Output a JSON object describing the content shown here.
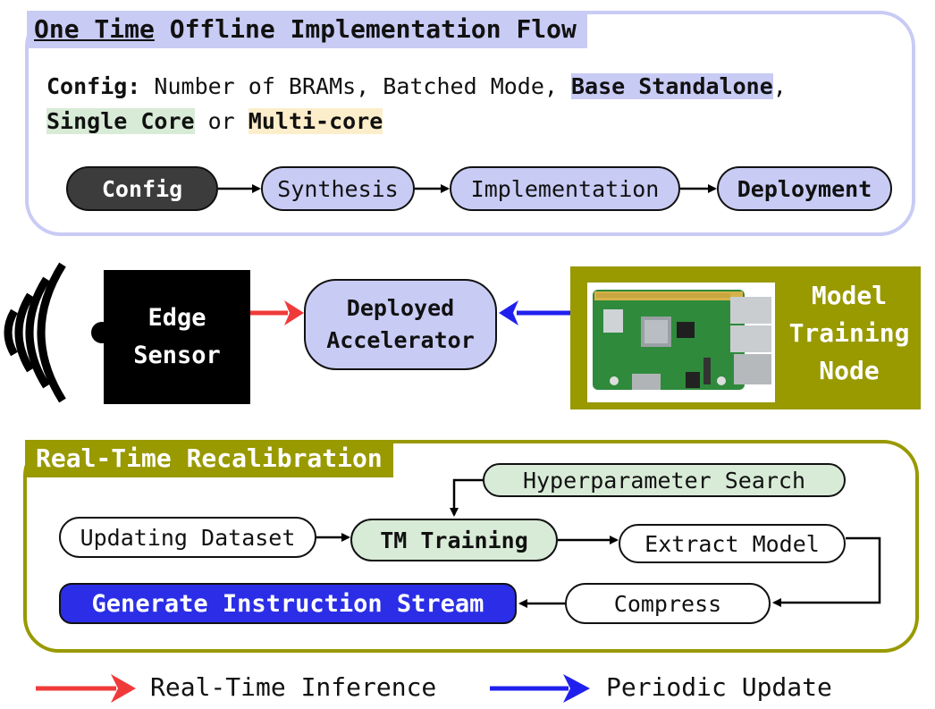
{
  "top": {
    "title_underlined": "One Time",
    "title_rest": " Offline Implementation Flow",
    "config_label": "Config:",
    "config_text1": " Number of BRAMs, Batched Mode, ",
    "opt_base": "Base Standalone",
    "comma": ",",
    "opt_single": "Single Core",
    "or_text": " or ",
    "opt_multi": "Multi-core",
    "flow": [
      "Config",
      "Synthesis",
      "Implementation",
      "Deployment"
    ]
  },
  "middle": {
    "sensor_line1": "Edge",
    "sensor_line2": "Sensor",
    "accel_line1": "Deployed",
    "accel_line2": "Accelerator",
    "node_line1": "Model",
    "node_line2": "Training",
    "node_line3": "Node"
  },
  "bottom": {
    "title": "Real-Time Recalibration",
    "hyperparam": "Hyperparameter Search",
    "updating": "Updating Dataset",
    "tm_training": "TM Training",
    "extract": "Extract Model",
    "compress": "Compress",
    "generate": "Generate Instruction Stream"
  },
  "legend": {
    "realtime": "Real-Time Inference",
    "periodic": "Periodic Update"
  },
  "colors": {
    "lavender": "#c8cbf4",
    "olive": "#999900",
    "green": "#d8ebd7",
    "yellow": "#fdeecb",
    "red": "#f03a3a",
    "blue": "#2020ee"
  }
}
